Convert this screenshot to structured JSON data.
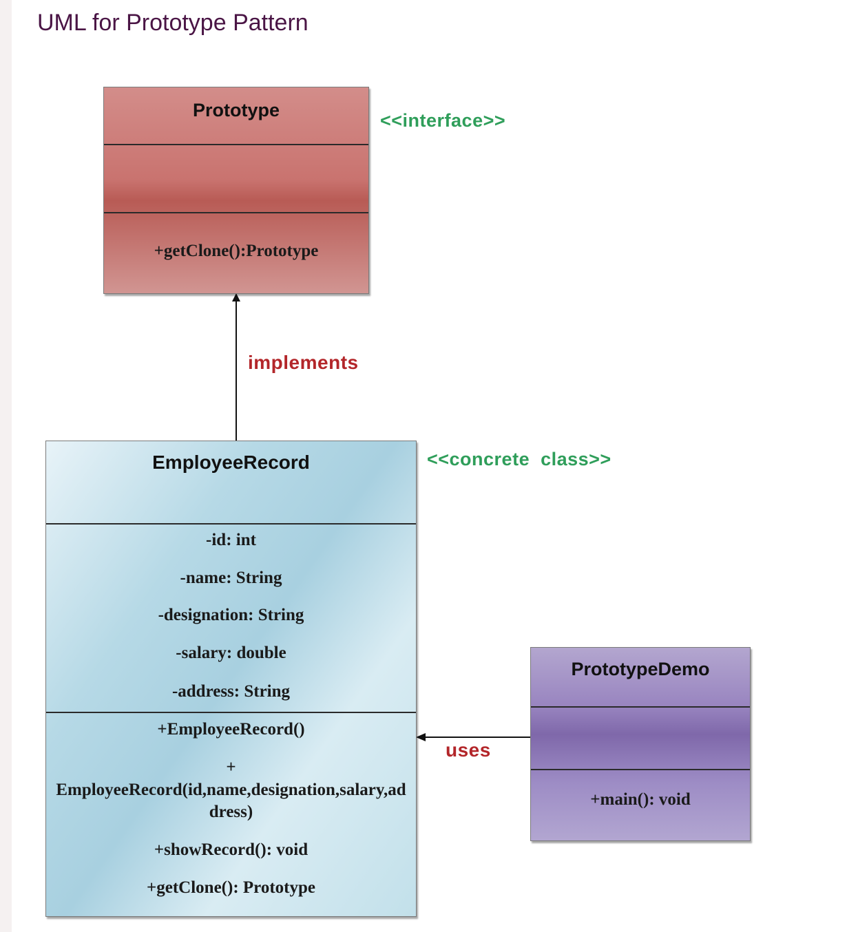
{
  "page": {
    "title": "UML for Prototype Pattern"
  },
  "diagram": {
    "nodes": {
      "prototype": {
        "name": "Prototype",
        "stereotype": "<<interface>>",
        "attributes": [],
        "methods": [
          "+getClone():Prototype"
        ],
        "fill": "#c9736f"
      },
      "employee_record": {
        "name": "EmployeeRecord",
        "stereotype": "<<concrete  class>>",
        "attributes": [
          "-id: int",
          "-name: String",
          "-designation: String",
          "-salary: double",
          "-address: String"
        ],
        "methods": [
          "+EmployeeRecord()",
          "+",
          "EmployeeRecord(id,name,designation,salary,ad",
          "dress)",
          "+showRecord(): void",
          "+getClone(): Prototype"
        ],
        "fill": "#a8d0e0"
      },
      "prototype_demo": {
        "name": "PrototypeDemo",
        "attributes": [],
        "methods": [
          "+main(): void"
        ],
        "fill": "#7f68aa"
      }
    },
    "edges": [
      {
        "from": "employee_record",
        "to": "prototype",
        "label": "implements"
      },
      {
        "from": "prototype_demo",
        "to": "employee_record",
        "label": "uses"
      }
    ],
    "colors": {
      "stereotype_text": "#2f9e5a",
      "relation_label": "#b3262a",
      "title_text": "#4a1545"
    }
  }
}
